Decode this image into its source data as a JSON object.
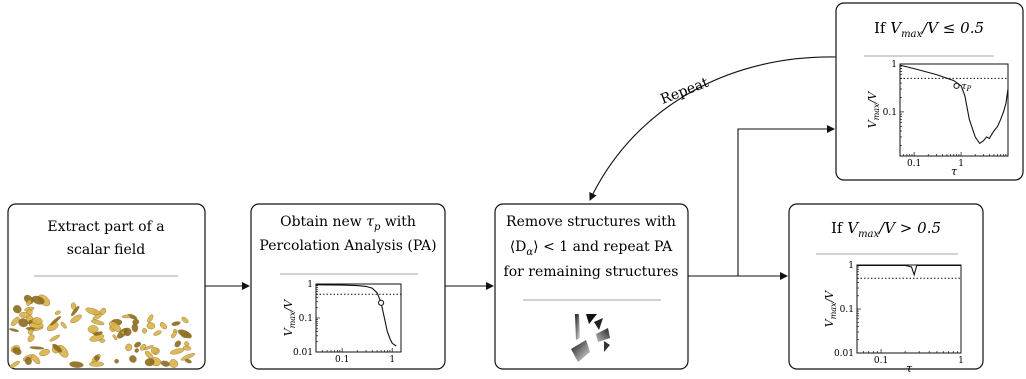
{
  "colors": {
    "stroke": "#111111",
    "box_fill": "#ffffff",
    "gold": "#d9b24a",
    "gold_dark": "#8c6b1f"
  },
  "icons": {
    "arrow": "arrow-head",
    "isosurface": "scalar-field-isosurface",
    "shards": "structure-fragments"
  },
  "box1": {
    "line1": "Extract part of a",
    "line2": "scalar field"
  },
  "box2": {
    "line1_pre": "Obtain new ",
    "line1_sym": "τ",
    "line1_sub": "p",
    "line1_post": " with",
    "line2": "Percolation Analysis (PA)"
  },
  "box3": {
    "line1": "Remove structures with",
    "line2_math": "⟨D",
    "line2_sub": "α",
    "line2_close": "⟩",
    "line2_post": " < 1 and repeat PA",
    "line3": "for remaining structures"
  },
  "box4": {
    "title_pre": "If ",
    "title_V": "V",
    "title_sub": "max",
    "title_post": "/V ≤ 0.5"
  },
  "box5": {
    "title_pre": "If ",
    "title_V": "V",
    "title_sub": "max",
    "title_post": "/V > 0.5"
  },
  "repeat_label": "Repeat",
  "chart_data": [
    {
      "id": "chart-box2",
      "type": "line",
      "scale": "loglog",
      "ylabel": "Vmax/V",
      "ylabel_V": "V",
      "ylabel_sub": "max",
      "ylabel_post": "/V",
      "xlim": [
        0.03,
        1.5
      ],
      "ylim": [
        0.01,
        1
      ],
      "xticks": [
        "0.1",
        "1"
      ],
      "yticks": [
        "0.01",
        "0.1",
        "1"
      ],
      "threshold": 0.5,
      "x": [
        0.03,
        0.1,
        0.2,
        0.3,
        0.4,
        0.5,
        0.6,
        0.7,
        0.8,
        0.9,
        1.0,
        1.2
      ],
      "y": [
        0.95,
        0.93,
        0.9,
        0.85,
        0.75,
        0.55,
        0.28,
        0.1,
        0.04,
        0.025,
        0.018,
        0.015
      ],
      "marker": {
        "x": 0.6,
        "y": 0.28
      }
    },
    {
      "id": "chart-box4",
      "type": "line",
      "scale": "loglog",
      "ylabel": "Vmax/V",
      "ylabel_V": "V",
      "ylabel_sub": "max",
      "ylabel_post": "/V",
      "xlabel": "τ",
      "xlim": [
        0.05,
        10
      ],
      "ylim": [
        0.012,
        1
      ],
      "xticks": [
        "0.1",
        "1"
      ],
      "yticks": [
        "0.1",
        "1"
      ],
      "threshold": 0.5,
      "x": [
        0.05,
        0.1,
        0.3,
        0.7,
        1.0,
        1.2,
        1.5,
        2.0,
        2.5,
        3.0,
        3.5,
        4.0,
        5.0,
        6.0,
        7.0,
        8.0,
        9.0,
        10.0
      ],
      "y": [
        0.95,
        0.8,
        0.6,
        0.45,
        0.35,
        0.22,
        0.07,
        0.03,
        0.022,
        0.025,
        0.03,
        0.028,
        0.04,
        0.05,
        0.07,
        0.1,
        0.15,
        0.3
      ],
      "marker": {
        "x": 0.8,
        "y": 0.35
      },
      "marker_label": "τ",
      "marker_label_sub": "P"
    },
    {
      "id": "chart-box5",
      "type": "line",
      "scale": "loglog",
      "ylabel": "Vmax/V",
      "ylabel_V": "V",
      "ylabel_sub": "max",
      "ylabel_post": "/V",
      "xlabel": "τ",
      "xlim": [
        0.05,
        1
      ],
      "ylim": [
        0.01,
        1
      ],
      "xticks": [
        "0.1",
        "1"
      ],
      "yticks": [
        "0.01",
        "0.1",
        "1"
      ],
      "threshold": 0.5,
      "x": [
        0.05,
        0.2,
        0.24,
        0.26,
        0.28,
        0.3,
        1.0
      ],
      "y": [
        0.98,
        0.98,
        0.9,
        0.6,
        0.98,
        0.98,
        0.98
      ]
    }
  ]
}
